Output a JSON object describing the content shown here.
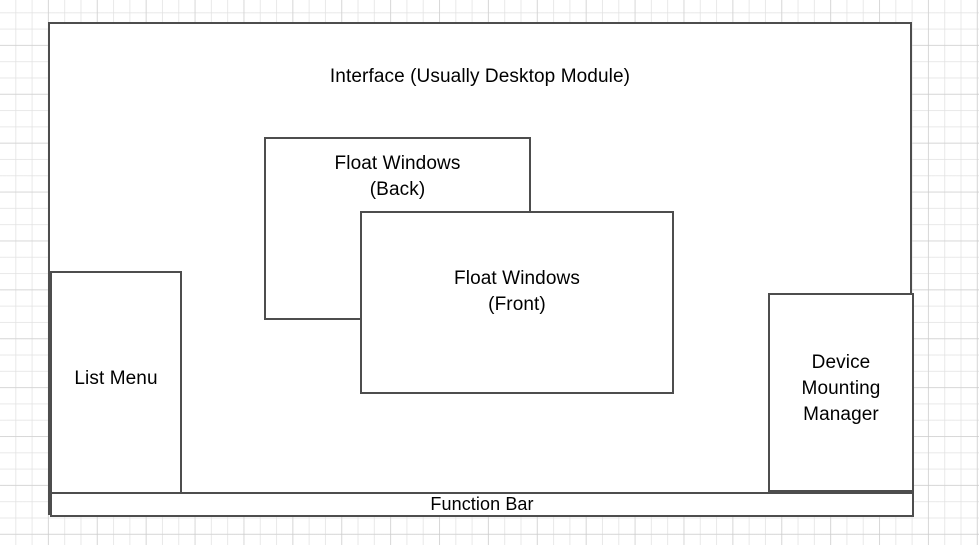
{
  "diagram": {
    "title": "Interface (Usually Desktop Module)",
    "background": {
      "grid": "graph-paper",
      "minor_grid_color": "#e1e1e1",
      "major_grid_color": "#c8c8c8",
      "page_color": "#ffffff"
    },
    "style": {
      "box_border_color": "#4d4d4d",
      "box_fill_color": "#ffffff",
      "text_color": "#000000"
    },
    "boxes": [
      {
        "id": "interface-container",
        "label": "Interface (Usually Desktop Module)",
        "role": "outer-container",
        "label_position": "top-center"
      },
      {
        "id": "list-menu",
        "label": "List Menu",
        "role": "panel",
        "label_position": "middle-center"
      },
      {
        "id": "float-back",
        "label": "Float Windows\n(Back)",
        "role": "floating-window",
        "stacking": "back",
        "label_position": "top-center"
      },
      {
        "id": "float-front",
        "label": "Float Windows\n(Front)",
        "role": "floating-window",
        "stacking": "front",
        "label_position": "middle-center"
      },
      {
        "id": "device-manager",
        "label": "Device\nMounting\nManager",
        "role": "panel",
        "label_position": "middle-center"
      },
      {
        "id": "function-bar",
        "label": "Function Bar",
        "role": "bar",
        "label_position": "middle-center"
      }
    ]
  }
}
